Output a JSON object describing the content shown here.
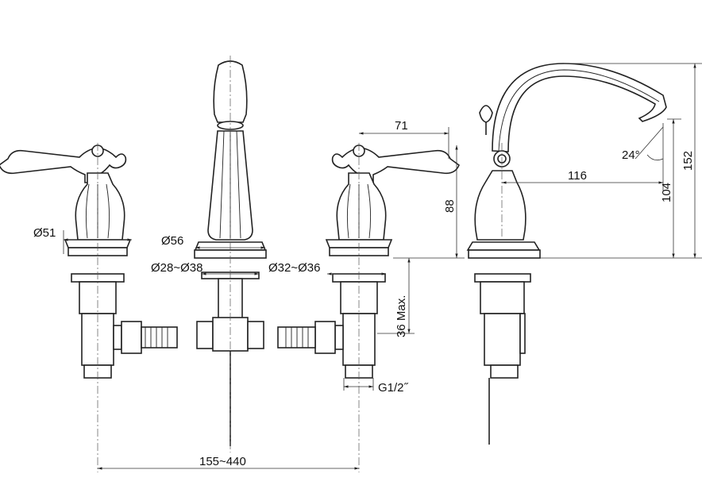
{
  "diagram": {
    "dimensions": {
      "d51": "Ø51",
      "d56": "Ø56",
      "d28_38": "Ø28~Ø38",
      "d32_36": "Ø32~Ø36",
      "w71": "71",
      "h88": "88",
      "max36": "36 Max.",
      "thread": "G1/2˝",
      "spread": "155~440",
      "angle": "24°",
      "reach": "116",
      "h104": "104",
      "h152": "152"
    }
  }
}
